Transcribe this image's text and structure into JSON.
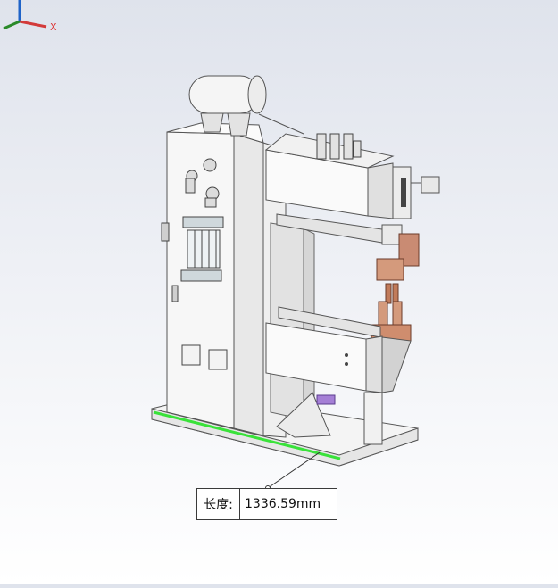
{
  "triad": {
    "x_label": "X",
    "x_color": "#d33a3a",
    "y_color": "#2a8a2a",
    "z_color": "#1f63c8"
  },
  "measure": {
    "label": "长度:",
    "value": "1336.59mm",
    "highlight_color": "#39e23a"
  }
}
